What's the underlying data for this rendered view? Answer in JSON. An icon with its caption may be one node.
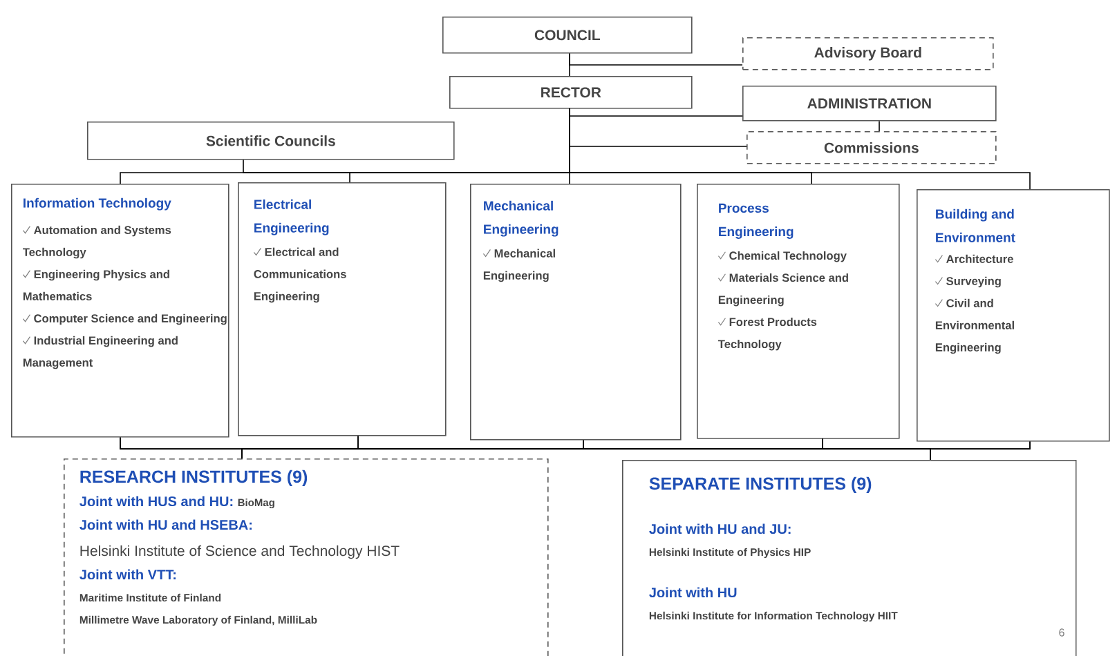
{
  "diagram": {
    "nodes": [
      {
        "text": [
          "COUNCIL"
        ]
      },
      {
        "text": [
          "Advisory Board"
        ]
      },
      {
        "text": [
          "RECTOR"
        ]
      },
      {
        "text": [
          "ADMINISTRATION"
        ]
      },
      {
        "text": [
          "Commissions"
        ]
      },
      {
        "text": [
          "Scientific Councils"
        ]
      },
      {
        "text": [
          "Information Technology",
          "Automation and Systems Technology",
          "Engineering Physics and Mathematics",
          "Computer Science and Engineering",
          "Industrial Engineering and Management"
        ]
      },
      {
        "text": [
          "Electrical Engineering",
          "Electrical and Communications Engineering"
        ]
      },
      {
        "text": [
          "Mechanical Engineering",
          "Mechanical Engineering"
        ]
      },
      {
        "text": [
          "Process Engineering",
          "Chemical Technology",
          "Materials Science and Engineering",
          "Forest Products Technology"
        ]
      },
      {
        "text": [
          "Building and Environment",
          "Architecture",
          "Surveying",
          "Civil and Environmental Engineering"
        ]
      },
      {
        "text": [
          "RESEARCH INSTITUTES (9)",
          "Joint with HUS and HU:",
          "BioMag",
          "Joint with HU and HSEBA:",
          "Helsinki Institute of Science and Technology HIST",
          "Joint with VTT:",
          "Maritime Institute of Finland",
          "Millimetre Wave Laboratory of Finland, MilliLab"
        ]
      },
      {
        "text": [
          "SEPARATE INSTITUTES (9)",
          "Joint with HU and JU:",
          "Helsinki Institute of Physics HIP",
          "Joint with HU",
          "Helsinki Institute for Information Technology HIIT"
        ]
      }
    ],
    "edges": [
      {
        "from": 0,
        "to": 2,
        "arrow": "none"
      },
      {
        "from": 0,
        "to": 1,
        "arrow": "none"
      },
      {
        "from": 2,
        "to": 3,
        "arrow": "none"
      },
      {
        "from": 3,
        "to": 4,
        "arrow": "none"
      },
      {
        "from": 2,
        "to": 4,
        "arrow": "none"
      },
      {
        "from": 2,
        "to": 5,
        "arrow": "none"
      },
      {
        "from": 2,
        "to": 6,
        "arrow": "none"
      },
      {
        "from": 2,
        "to": 7,
        "arrow": "none"
      },
      {
        "from": 2,
        "to": 8,
        "arrow": "none"
      },
      {
        "from": 2,
        "to": 9,
        "arrow": "none"
      },
      {
        "from": 2,
        "to": 10,
        "arrow": "none"
      },
      {
        "from": 6,
        "to": 11,
        "arrow": "none"
      },
      {
        "from": 7,
        "to": 11,
        "arrow": "none"
      },
      {
        "from": 8,
        "to": 11,
        "arrow": "none"
      },
      {
        "from": 9,
        "to": 11,
        "arrow": "none"
      },
      {
        "from": 10,
        "to": 11,
        "arrow": "none"
      },
      {
        "from": 6,
        "to": 12,
        "arrow": "none"
      },
      {
        "from": 7,
        "to": 12,
        "arrow": "none"
      },
      {
        "from": 8,
        "to": 12,
        "arrow": "none"
      },
      {
        "from": 9,
        "to": 12,
        "arrow": "none"
      },
      {
        "from": 10,
        "to": 12,
        "arrow": "none"
      }
    ],
    "labels": [
      "6"
    ]
  }
}
